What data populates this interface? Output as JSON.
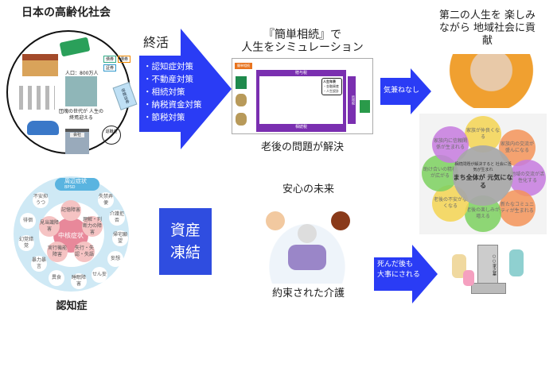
{
  "society": {
    "title": "日本の高齢化社会",
    "population": "人口：800万人",
    "caption": "団塊の世代が 人生の終焉迎える",
    "labels": [
      "債券",
      "債券",
      "証券",
      "会社",
      "退職金",
      "保険証券"
    ]
  },
  "shukatsu": {
    "title": "終活",
    "items": [
      "認知症対策",
      "不動産対策",
      "相続対策",
      "納税資金対策",
      "節税対策"
    ]
  },
  "sim": {
    "title1": "『簡単相続』で",
    "title2": "人生をシミュレーション",
    "logo": "簡単相続",
    "gift_tax": "贈与税",
    "inherit_tax": "相続税",
    "income_tax": "所得税",
    "plan": "人生年表",
    "plan_items": [
      "・金融資産",
      "・人生設計"
    ],
    "result": "老後の問題が解決"
  },
  "arrow1": {
    "label": "気兼ねなし"
  },
  "second_life": {
    "title": "第二の人生を 楽しみながら 地域社会に貢献"
  },
  "flower": {
    "center1": "相続問題が解決すると 社会に活気が生まれ",
    "center2": "まち全体が 元気になる",
    "petals": [
      {
        "text": "家族が仲良くなる",
        "color": "#f5d553"
      },
      {
        "text": "家族内の交流が盛んになる",
        "color": "#f5945a"
      },
      {
        "text": "地域の交流が活性化する",
        "color": "#c77ce0"
      },
      {
        "text": "新たなコミュニティが生まれる",
        "color": "#f5945a"
      },
      {
        "text": "老後の楽しみが増える",
        "color": "#7dd160"
      },
      {
        "text": "老後の不安がなくなる",
        "color": "#f5d553"
      },
      {
        "text": "助け合いの精神が広がる",
        "color": "#7dd160"
      },
      {
        "text": "家族内に信頼関係が生まれる",
        "color": "#c77ce0"
      }
    ]
  },
  "dementia": {
    "title": "認知症",
    "bpsd": "周辺症状",
    "bpsd_en": "BPSD",
    "core": "中核症状",
    "core_items": [
      "記憶障害",
      "理解・判断力の障害",
      "失行・失認・失語",
      "実行機能障害",
      "見当識障害"
    ],
    "outer_items": [
      "失禁弄便",
      "介護拒否",
      "帰宅願望",
      "妄想",
      "せん妄",
      "睡眠障害",
      "異食",
      "暴力暴言",
      "幻覚錯覚",
      "徘徊",
      "不安抑うつ"
    ]
  },
  "asset_freeze": {
    "line1": "資産",
    "line2": "凍結"
  },
  "future": {
    "title": "安心の未来",
    "caption": "約束された介護"
  },
  "arrow2": {
    "line1": "死んだ後も",
    "line2": "大事にされる"
  },
  "grave": {
    "inscription": "○○家之墓"
  },
  "colors": {
    "arrow_blue": "#2a3cf5",
    "purple": "#7a2fb0",
    "freeze_blue": "#2f4de0"
  }
}
